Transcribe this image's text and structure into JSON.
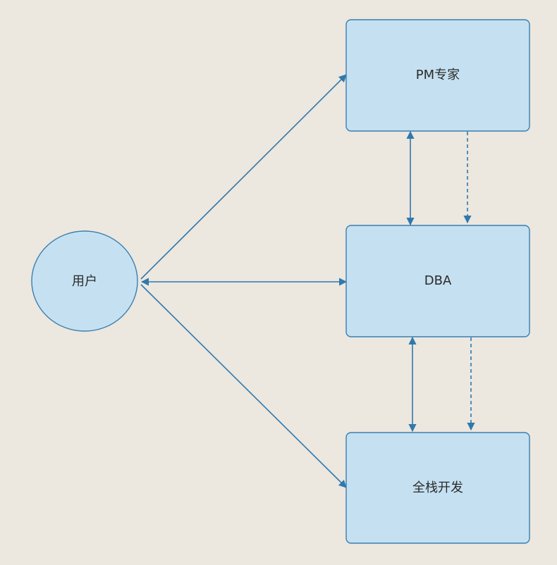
{
  "nodes": {
    "user": {
      "label": "用户"
    },
    "pm": {
      "label": "PM专家"
    },
    "dba": {
      "label": "DBA"
    },
    "fullstack": {
      "label": "全栈开发"
    }
  },
  "colors": {
    "background": "#ece7df",
    "node_fill": "#c5e1f1",
    "node_stroke": "#3a7fb0",
    "edge": "#2f79ad"
  }
}
